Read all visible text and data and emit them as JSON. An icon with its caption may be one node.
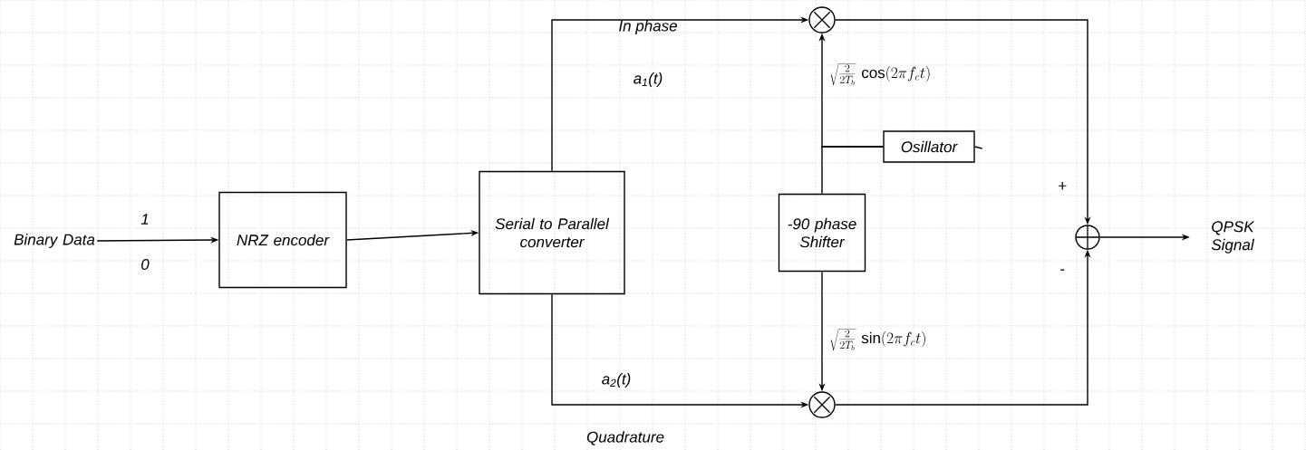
{
  "diagram": {
    "nodes": [
      {
        "text": [
          "Binary Data"
        ]
      },
      {
        "text": [
          "NRZ encoder"
        ]
      },
      {
        "text": [
          "Serial to Parallel converter"
        ]
      },
      {
        "text": [],
        "shape": "circle"
      },
      {
        "text": [
          "Osillator"
        ]
      },
      {
        "text": [
          "-90 phase Shifter"
        ]
      },
      {
        "text": [],
        "shape": "circle"
      },
      {
        "text": [],
        "shape": "circle"
      },
      {
        "text": [
          "QPSK Signal"
        ]
      }
    ],
    "edges": [
      {
        "from": 0,
        "to": 1,
        "arrow": "to"
      },
      {
        "from": 1,
        "to": 2,
        "arrow": "to"
      },
      {
        "from": 2,
        "to": 3,
        "arrow": "to",
        "label": "a$_{1}$(t)"
      },
      {
        "from": 4,
        "to": 3,
        "arrow": "to"
      },
      {
        "from": 4,
        "to": 5,
        "arrow": "none"
      },
      {
        "from": 2,
        "to": 6,
        "arrow": "to",
        "label": "a$_{2}$(t)"
      },
      {
        "from": 5,
        "to": 6,
        "arrow": "to"
      },
      {
        "from": 3,
        "to": 7,
        "arrow": "to"
      },
      {
        "from": 6,
        "to": 7,
        "arrow": "to"
      },
      {
        "from": 7,
        "to": 8,
        "arrow": "to"
      }
    ],
    "labels": [
      "In phase",
      "\\sqrt{\\frac{2}{2T_b}}\\,\\cos(2\\pi f_c t)",
      "1",
      "+",
      "0",
      "-",
      "\\sqrt{\\frac{2}{2T_b}}\\,\\sin(2\\pi f_c t)",
      "Quadrature"
    ]
  }
}
